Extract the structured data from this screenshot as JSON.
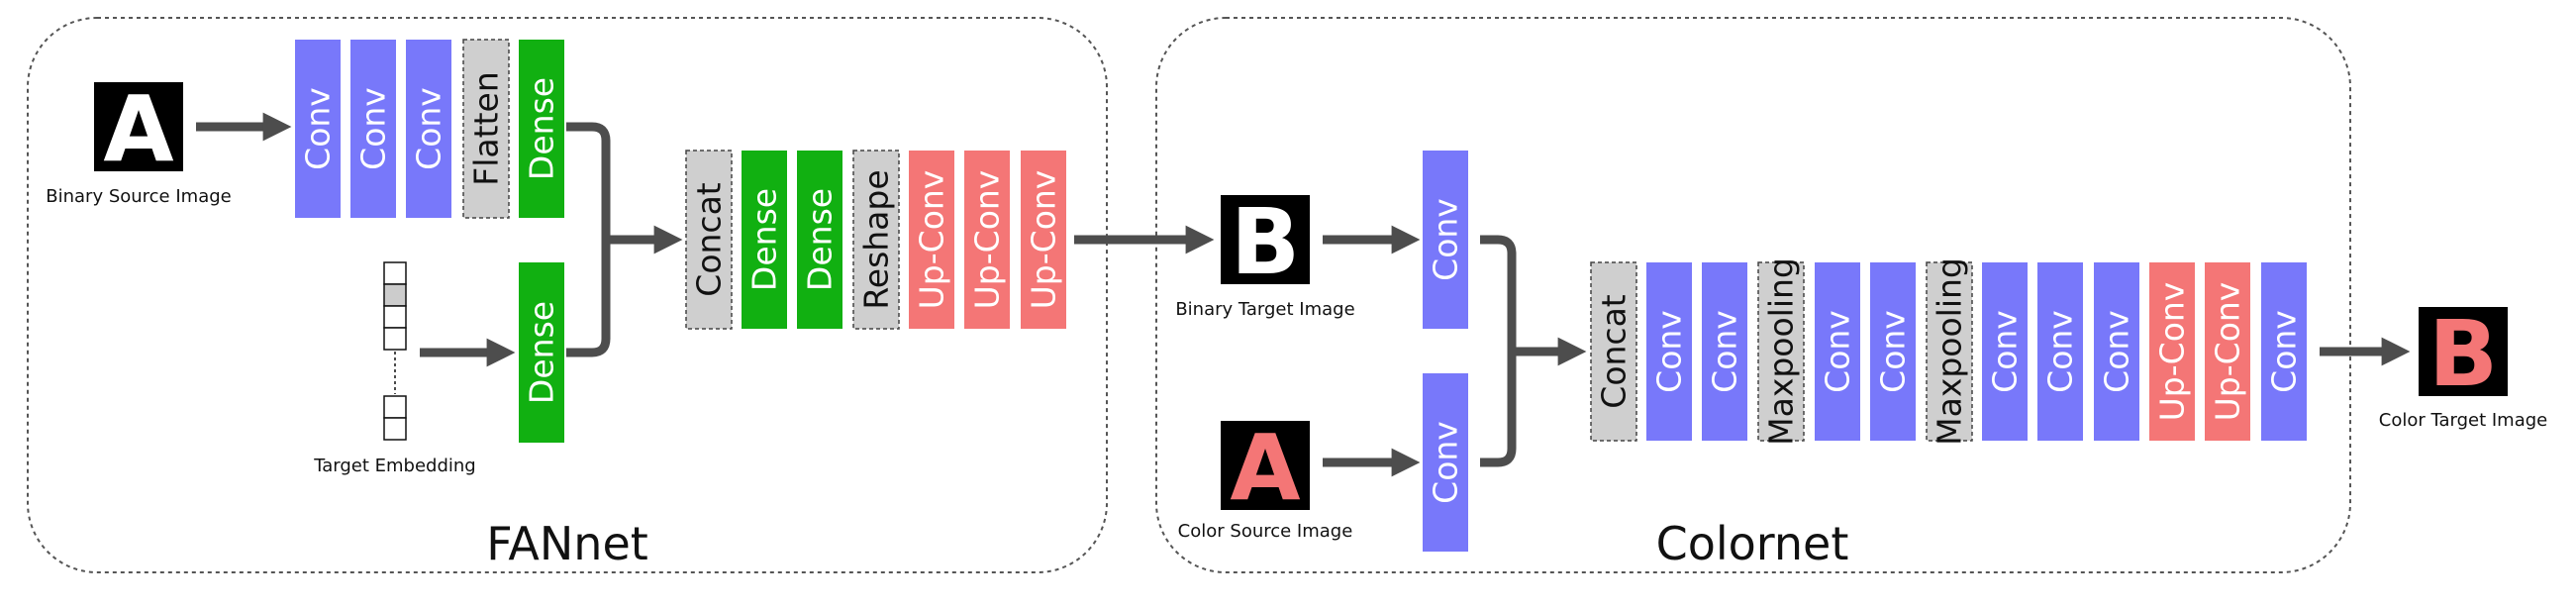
{
  "colors": {
    "conv": "#7878FA",
    "dense": "#11B011",
    "upconv": "#F47676",
    "utility": "#CFCFCF",
    "arrow": "#4D4D4D",
    "glyph_bg": "#000000",
    "glyph_white": "#FFFFFF",
    "glyph_red": "#F47676"
  },
  "fannet": {
    "title": "FANnet",
    "source_glyph": "A",
    "source_caption": "Binary Source Image",
    "embedding_caption": "Target Embedding",
    "encoder_layers": [
      "Conv",
      "Conv",
      "Conv",
      "Flatten",
      "Dense"
    ],
    "embedding_dense": "Dense",
    "decoder_layers": [
      "Concat",
      "Dense",
      "Dense",
      "Reshape",
      "Up-Conv",
      "Up-Conv",
      "Up-Conv"
    ]
  },
  "colornet": {
    "title": "Colornet",
    "binary_glyph": "B",
    "binary_caption": "Binary Target Image",
    "color_glyph": "A",
    "color_caption": "Color Source Image",
    "binary_conv": "Conv",
    "color_conv": "Conv",
    "layers": [
      "Concat",
      "Conv",
      "Conv",
      "Maxpooling",
      "Conv",
      "Conv",
      "Maxpooling",
      "Conv",
      "Conv",
      "Conv",
      "Up-Conv",
      "Up-Conv",
      "Conv"
    ],
    "output_glyph": "B",
    "output_caption": "Color Target Image"
  }
}
